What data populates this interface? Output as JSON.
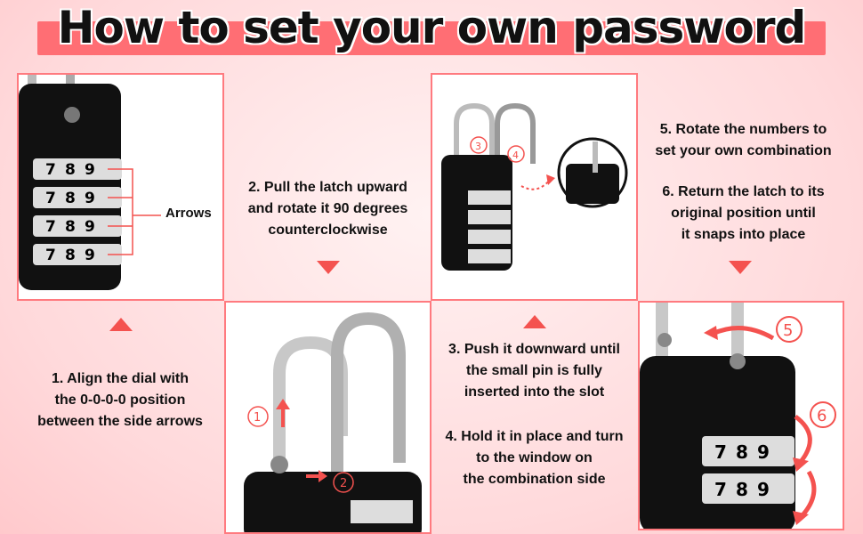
{
  "title": "How to set your own password",
  "arrows_label": "Arrows",
  "steps": {
    "s1": [
      "1. Align the dial with",
      "the 0-0-0-0 position",
      "between the side arrows"
    ],
    "s2": [
      "2. Pull the latch upward",
      "and rotate it 90 degrees",
      "counterclockwise"
    ],
    "s3": [
      "3. Push it downward until",
      "the small pin is fully",
      "inserted into the slot"
    ],
    "s4": [
      "4. Hold it in place and turn",
      "to the window on",
      "the combination side"
    ],
    "s5": [
      "5. Rotate the numbers to",
      "set your own combination"
    ],
    "s6": [
      "6. Return the latch to its",
      "original position until",
      "it snaps into place"
    ]
  },
  "markers": {
    "m1": "①",
    "m2": "②",
    "m3": "③",
    "m4": "④",
    "m5": "5",
    "m6": "6"
  },
  "dial_digits": [
    "7",
    "8",
    "9"
  ],
  "colors": {
    "accent": "#ff6e74",
    "arrow": "#f4524f",
    "lock_body": "#111111"
  }
}
